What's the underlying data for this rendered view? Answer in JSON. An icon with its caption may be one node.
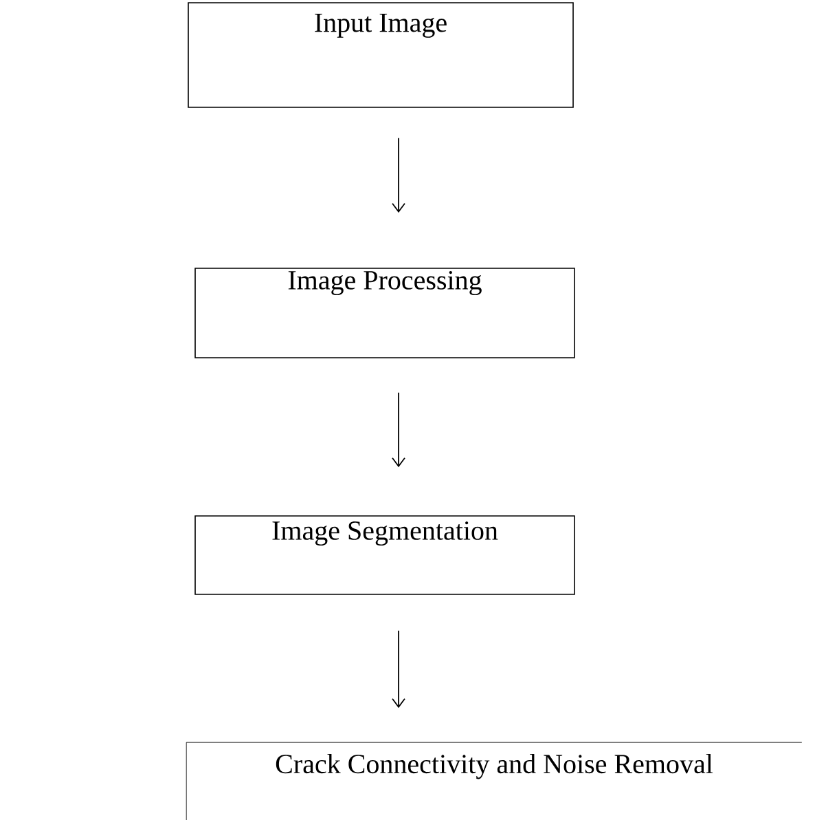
{
  "diagram": {
    "nodes": [
      {
        "text": [
          "Input Image"
        ]
      },
      {
        "text": [
          "Image Processing"
        ]
      },
      {
        "text": [
          "Image Segmentation"
        ]
      },
      {
        "text": [
          "Crack Connectivity and Noise Removal"
        ]
      }
    ],
    "edges": [
      {
        "from": 0,
        "to": 1,
        "arrow": "to"
      },
      {
        "from": 1,
        "to": 2,
        "arrow": "to"
      },
      {
        "from": 2,
        "to": 3,
        "arrow": "to"
      }
    ]
  }
}
